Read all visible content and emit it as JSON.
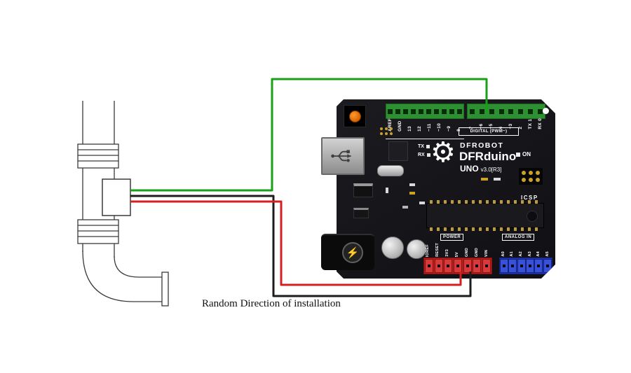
{
  "caption": "Random Direction of installation",
  "board": {
    "brand": "DFROBOT",
    "line": "DFRduino",
    "model": "UNO",
    "version": "v3.0[R3]",
    "digital_title": "DIGITAL (PWM~)",
    "digital_pins": [
      "AREF",
      "GND",
      "13",
      "12",
      "~11",
      "~10",
      "~9",
      "8",
      "7",
      "~6",
      "~5",
      "4",
      "~3",
      "2",
      "TX 1",
      "RX 0"
    ],
    "tx": "TX",
    "rx": "RX",
    "on": "ON",
    "icsp": "ICSP",
    "power_title": "POWER",
    "power_pins": [
      "IOREF",
      "RESET",
      "3V3",
      "5V",
      "GND",
      "GND",
      "VIN"
    ],
    "analog_title": "ANALOG IN",
    "analog_pins": [
      "A0",
      "A1",
      "A2",
      "A3",
      "A4",
      "A5"
    ]
  },
  "wires": {
    "signal_color": "#18a018",
    "ground_color": "#1c1c1c",
    "power_color": "#d61f1f"
  },
  "colors": {
    "board_body": "#15151a",
    "header_green": "#2f8f33",
    "power_header_red": "#b32020",
    "analog_header_blue": "#2236b4"
  }
}
